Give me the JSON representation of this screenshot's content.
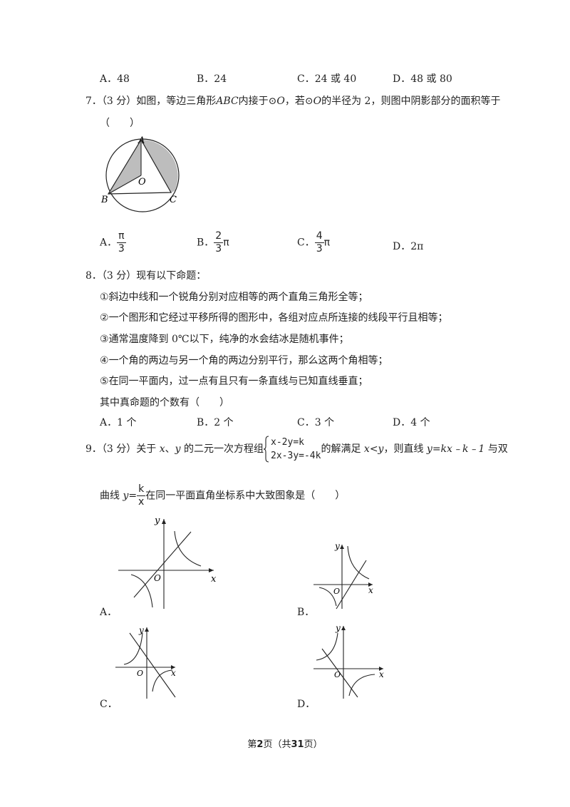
{
  "q6": {
    "options": [
      "A．48",
      "B．24",
      "C．24 或 40",
      "D．48 或 80"
    ]
  },
  "q7": {
    "number": "7．",
    "score": "（3 分）",
    "text_a": "如图，等边三角形",
    "abc": "ABC",
    "text_b": "内接于⊙",
    "o1": "O",
    "text_c": "，若⊙",
    "o2": "O",
    "text_d": "的半径为 2，则图中阴影部分的面积等于",
    "paren": "（　　）",
    "figure_labels": {
      "A": "A",
      "B": "B",
      "C": "C",
      "O": "O"
    },
    "options": [
      {
        "letter": "A．",
        "num": "π",
        "den": "3",
        "suffix": ""
      },
      {
        "letter": "B．",
        "num": "2",
        "den": "3",
        "suffix": "π"
      },
      {
        "letter": "C．",
        "num": "4",
        "den": "3",
        "suffix": "π"
      },
      {
        "letter": "D．",
        "text": "2π"
      }
    ]
  },
  "q8": {
    "stem": "8．（3 分）现有以下命题：",
    "items": [
      {
        "mark": "①",
        "text": "斜边中线和一个锐角分别对应相等的两个直角三角形全等；"
      },
      {
        "mark": "②",
        "text": "一个图形和它经过平移所得的图形中，各组对应点所连接的线段平行且相等；"
      },
      {
        "mark": "③",
        "text": "通常温度降到 0℃以下，纯净的水会结冰是随机事件；"
      },
      {
        "mark": "④",
        "text": "一个角的两边与另一个角的两边分别平行，那么这两个角相等；"
      },
      {
        "mark": "⑤",
        "text": "在同一平面内，过一点有且只有一条直线与已知直线垂直；"
      }
    ],
    "question": "其中真命题的个数有（　　）",
    "options": [
      "A．1 个",
      "B．2 个",
      "C．3 个",
      "D．4 个"
    ]
  },
  "q9": {
    "number": "9．",
    "score": "（3 分）",
    "text_a": "关于 ",
    "x": "x",
    "sep": "、",
    "y": "y",
    "text_b": " 的二元一次方程组",
    "eq1": "x-2y=k",
    "eq2": "2x-3y=-4k",
    "text_c": "的解满足 ",
    "cond": "x<y",
    "text_d": "，则直线 ",
    "line": "y=kx﹣k﹣1",
    "text_e": " 与双",
    "line2_a": "曲线 ",
    "line2_y": "y=",
    "hyp_num": "k",
    "hyp_den": "x",
    "line2_b": "在同一平面直角坐标系中大致图象是（　　）",
    "axis_labels": {
      "x": "x",
      "y": "y",
      "o": "O"
    },
    "options": [
      "A．",
      "B．",
      "C．",
      "D．"
    ]
  },
  "footer": {
    "a": "第",
    "page": "2",
    "b": "页（共",
    "total": "31",
    "c": "页）"
  }
}
